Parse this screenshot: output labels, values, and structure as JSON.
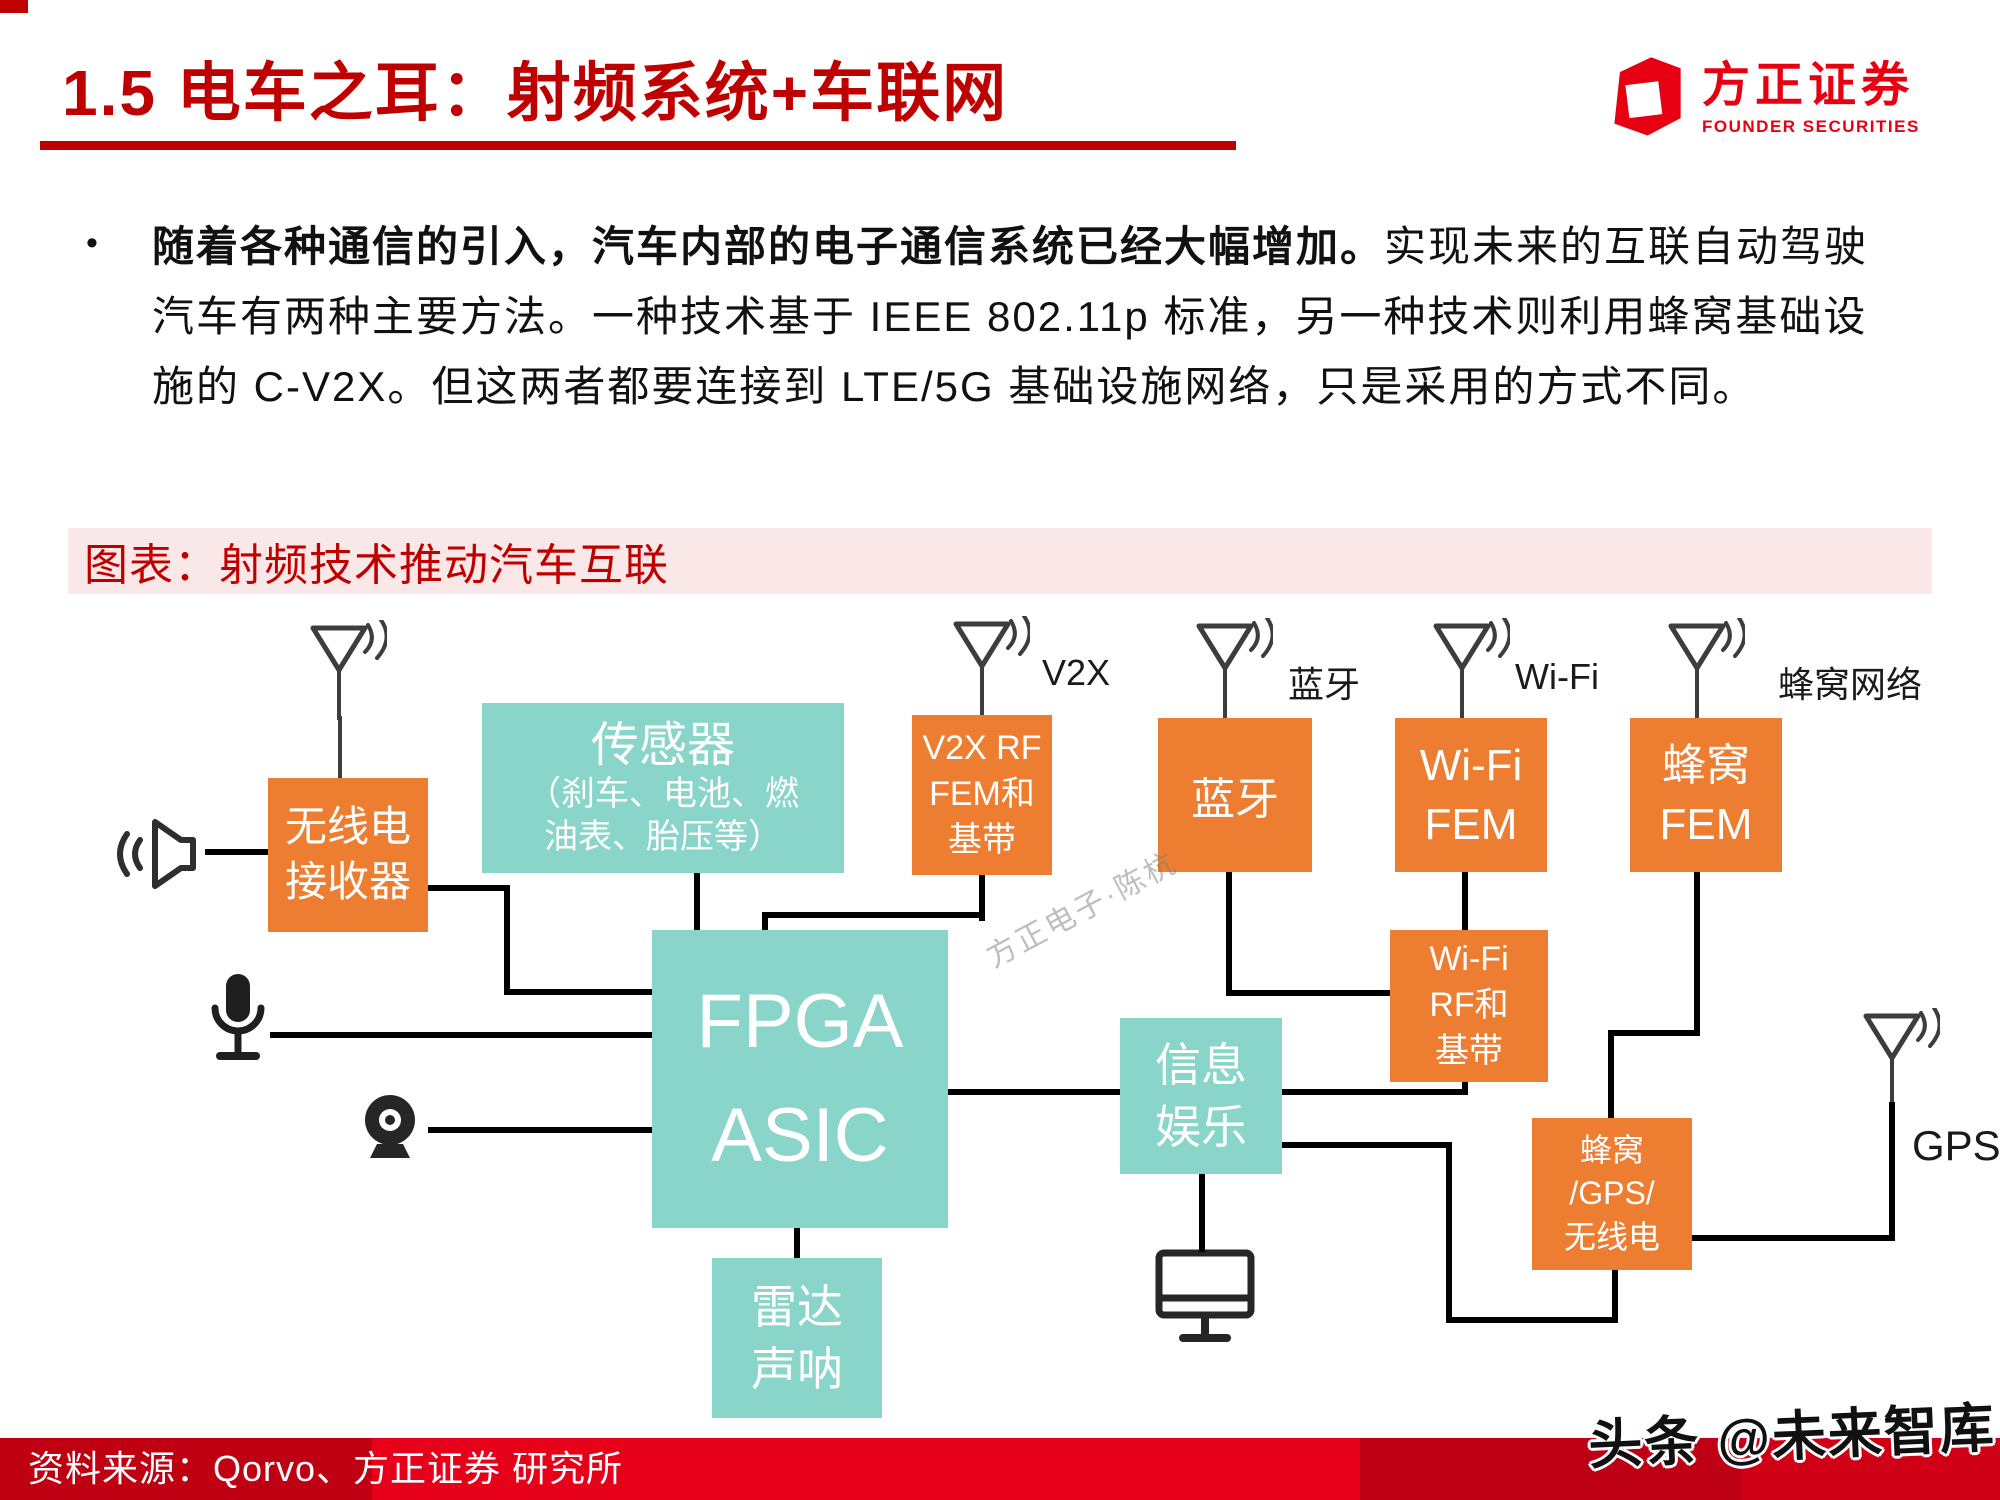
{
  "header": {
    "title": "1.5 电车之耳：射频系统+车联网",
    "logo_cn": "方正证券",
    "logo_en": "FOUNDER SECURITIES"
  },
  "paragraph": {
    "bullet": "•",
    "line1_bold": "随着各种通信的引入，汽车内部的电子通信系统已经大幅增加。",
    "line1_rest": "实现未来的互联自动驾驶",
    "line2": "汽车有两种主要方法。一种技术基于 IEEE 802.11p 标准，另一种技术则利用蜂窝基础设",
    "line3": "施的 C-V2X。但这两者都要连接到 LTE/5G 基础设施网络，只是采用的方式不同。"
  },
  "chart": {
    "label": "图表：射频技术推动汽车互联"
  },
  "diagram": {
    "antennas": {
      "v2x": "V2X",
      "bluetooth": "蓝牙",
      "wifi": "Wi-Fi",
      "cellular": "蜂窝网络",
      "gps": "GPS"
    },
    "boxes": {
      "radio": {
        "lines": [
          "无线电",
          "接收器"
        ]
      },
      "sensors": {
        "title": "传感器",
        "sub1": "（刹车、电池、燃",
        "sub2": "油表、胎压等）"
      },
      "v2x_rf": {
        "lines": [
          "V2X RF",
          "FEM和",
          "基带"
        ]
      },
      "bluetooth": {
        "lines": [
          "蓝牙"
        ]
      },
      "wifi_fem": {
        "lines": [
          "Wi-Fi",
          "FEM"
        ]
      },
      "cell_fem": {
        "lines": [
          "蜂窝",
          "FEM"
        ]
      },
      "fpga": {
        "lines": [
          "FPGA",
          "ASIC"
        ]
      },
      "infotainment": {
        "lines": [
          "信息",
          "娱乐"
        ]
      },
      "wifi_rf": {
        "lines": [
          "Wi-Fi",
          "RF和",
          "基带"
        ]
      },
      "cell_gps": {
        "lines": [
          "蜂窝",
          "/GPS/",
          "无线电"
        ]
      },
      "radar": {
        "lines": [
          "雷达",
          "声呐"
        ]
      }
    },
    "watermark": "方正电子·陈杭"
  },
  "footer": {
    "source": "资料来源：Qorvo、方正证券 研究所",
    "watermark": "头条 @未来智库"
  },
  "colors": {
    "title_red": "#be0000",
    "logo_red": "#e60012",
    "chart_label_red": "#c00000",
    "chart_label_bg": "#f9e8e7",
    "box_orange": "#ed7d31",
    "box_teal": "#89d5c9",
    "footer_red": "#e60019"
  }
}
